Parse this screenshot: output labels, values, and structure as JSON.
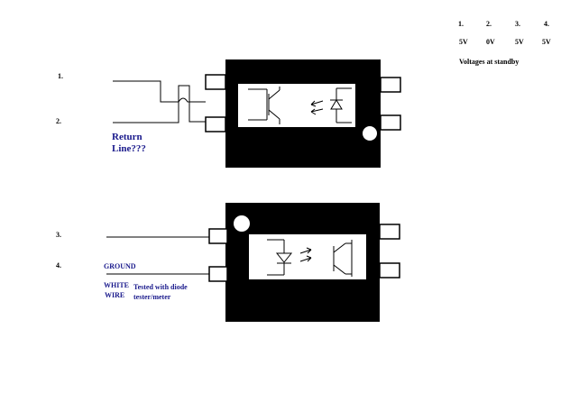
{
  "legend": {
    "pins": [
      "1.",
      "2.",
      "3.",
      "4."
    ],
    "voltages": [
      "5V",
      "0V",
      "5V",
      "5V"
    ],
    "caption": "Voltages at standby"
  },
  "pin_labels": [
    "1.",
    "2.",
    "3.",
    "4."
  ],
  "annotations": {
    "return_line": [
      "Return",
      "Line???"
    ],
    "ground": "GROUND",
    "white_wire": [
      "WHITE",
      "WIRE"
    ],
    "tested": [
      "Tested with diode",
      "tester/meter"
    ]
  },
  "colors": {
    "ink": "#000000",
    "annotation": "#1a1a8c"
  }
}
